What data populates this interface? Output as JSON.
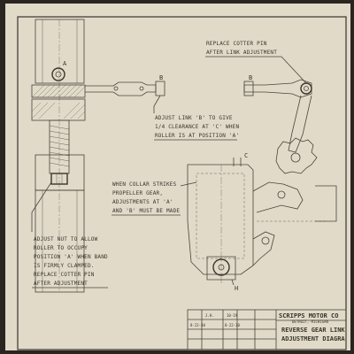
{
  "notes": {
    "replace_cotter_top": [
      "REPLACE COTTER PIN",
      "AFTER LINK ADJUSTMENT"
    ],
    "adjust_link_b": [
      "ADJUST LINK 'B' TO GIVE",
      "1/4 CLEARANCE AT 'C' WHEN",
      "ROLLER IS AT POSITION 'A'"
    ],
    "collar_strikes": [
      "WHEN COLLAR STRIKES",
      "PROPELLER GEAR,",
      "ADJUSTMENTS AT 'A'",
      "AND 'B' MUST BE MADE"
    ],
    "adjust_nut": [
      "ADJUST NUT TO ALLOW",
      "ROLLER TO OCCUPY",
      "POSITION 'A' WHEN BAND",
      "IS FIRMLY CLAMPED.",
      "REPLACE COTTER PIN",
      "AFTER ADJUSTMENT"
    ]
  },
  "labels": {
    "a": "A",
    "b_left": "B",
    "b_right": "B",
    "c": "C",
    "h": "H"
  },
  "title_block": {
    "company": "SCRIPPS MOTOR CO",
    "company_sub": "DETROIT, MICHIGAN",
    "title_lines": [
      "REVERSE GEAR LINK",
      "ADJUSTMENT DIAGRA"
    ],
    "row1": [
      "J.H.",
      "10-19"
    ],
    "row2": [
      "8-22-30",
      "8-22-30"
    ]
  },
  "colors": {
    "paper": "#e7e1d2",
    "ink": "#3a352c",
    "frame": "#2a2520"
  }
}
